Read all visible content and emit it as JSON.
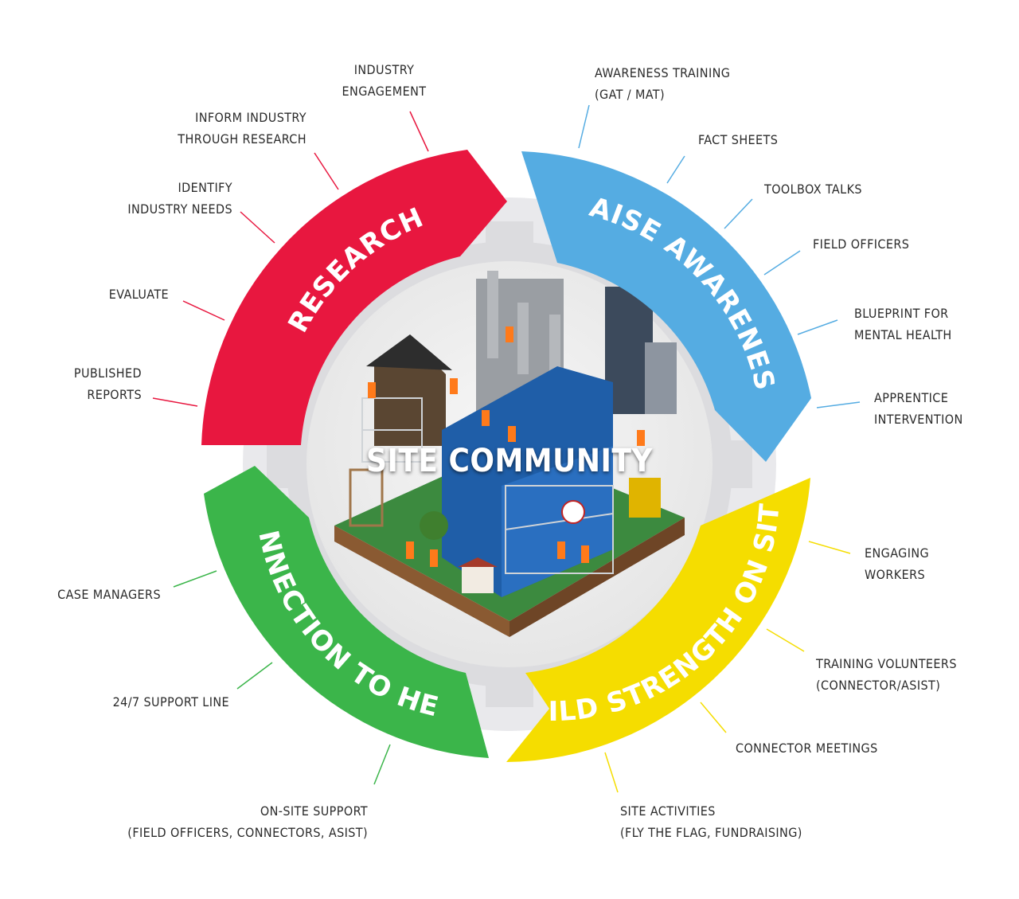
{
  "center": {
    "title": "SITE COMMUNITY"
  },
  "colors": {
    "research": "#e8173f",
    "awareness": "#55ace2",
    "strength": "#f5dd00",
    "help": "#3bb54a",
    "gear": "#e9e9ec"
  },
  "segments": {
    "research": "RESEARCH",
    "awareness": "RAISE AWARENESS",
    "strength": "BUILD STRENGTH ON SITES",
    "help": "CONNECTION TO HELP"
  },
  "labels": {
    "industry_engagement": "INDUSTRY\nENGAGEMENT",
    "inform_industry": "INFORM INDUSTRY\nTHROUGH RESEARCH",
    "identify_needs": "IDENTIFY\nINDUSTRY NEEDS",
    "evaluate": "EVALUATE",
    "published_reports": "PUBLISHED\nREPORTS",
    "awareness_training": "AWARENESS TRAINING\n(GAT / MAT)",
    "fact_sheets": "FACT SHEETS",
    "toolbox_talks": "TOOLBOX TALKS",
    "field_officers": "FIELD OFFICERS",
    "blueprint": "BLUEPRINT FOR\nMENTAL HEALTH",
    "apprentice": "APPRENTICE\nINTERVENTION",
    "engaging_workers": "ENGAGING\nWORKERS",
    "training_volunteers": "TRAINING VOLUNTEERS\n(CONNECTOR/ASIST)",
    "connector_meetings": "CONNECTOR MEETINGS",
    "site_activities": "SITE ACTIVITIES\n(FLY THE FLAG, FUNDRAISING)",
    "case_managers": "CASE MANAGERS",
    "support_line": "24/7 SUPPORT LINE",
    "onsite_support": "ON-SITE SUPPORT\n(FIELD OFFICERS, CONNECTORS, ASIST)"
  }
}
